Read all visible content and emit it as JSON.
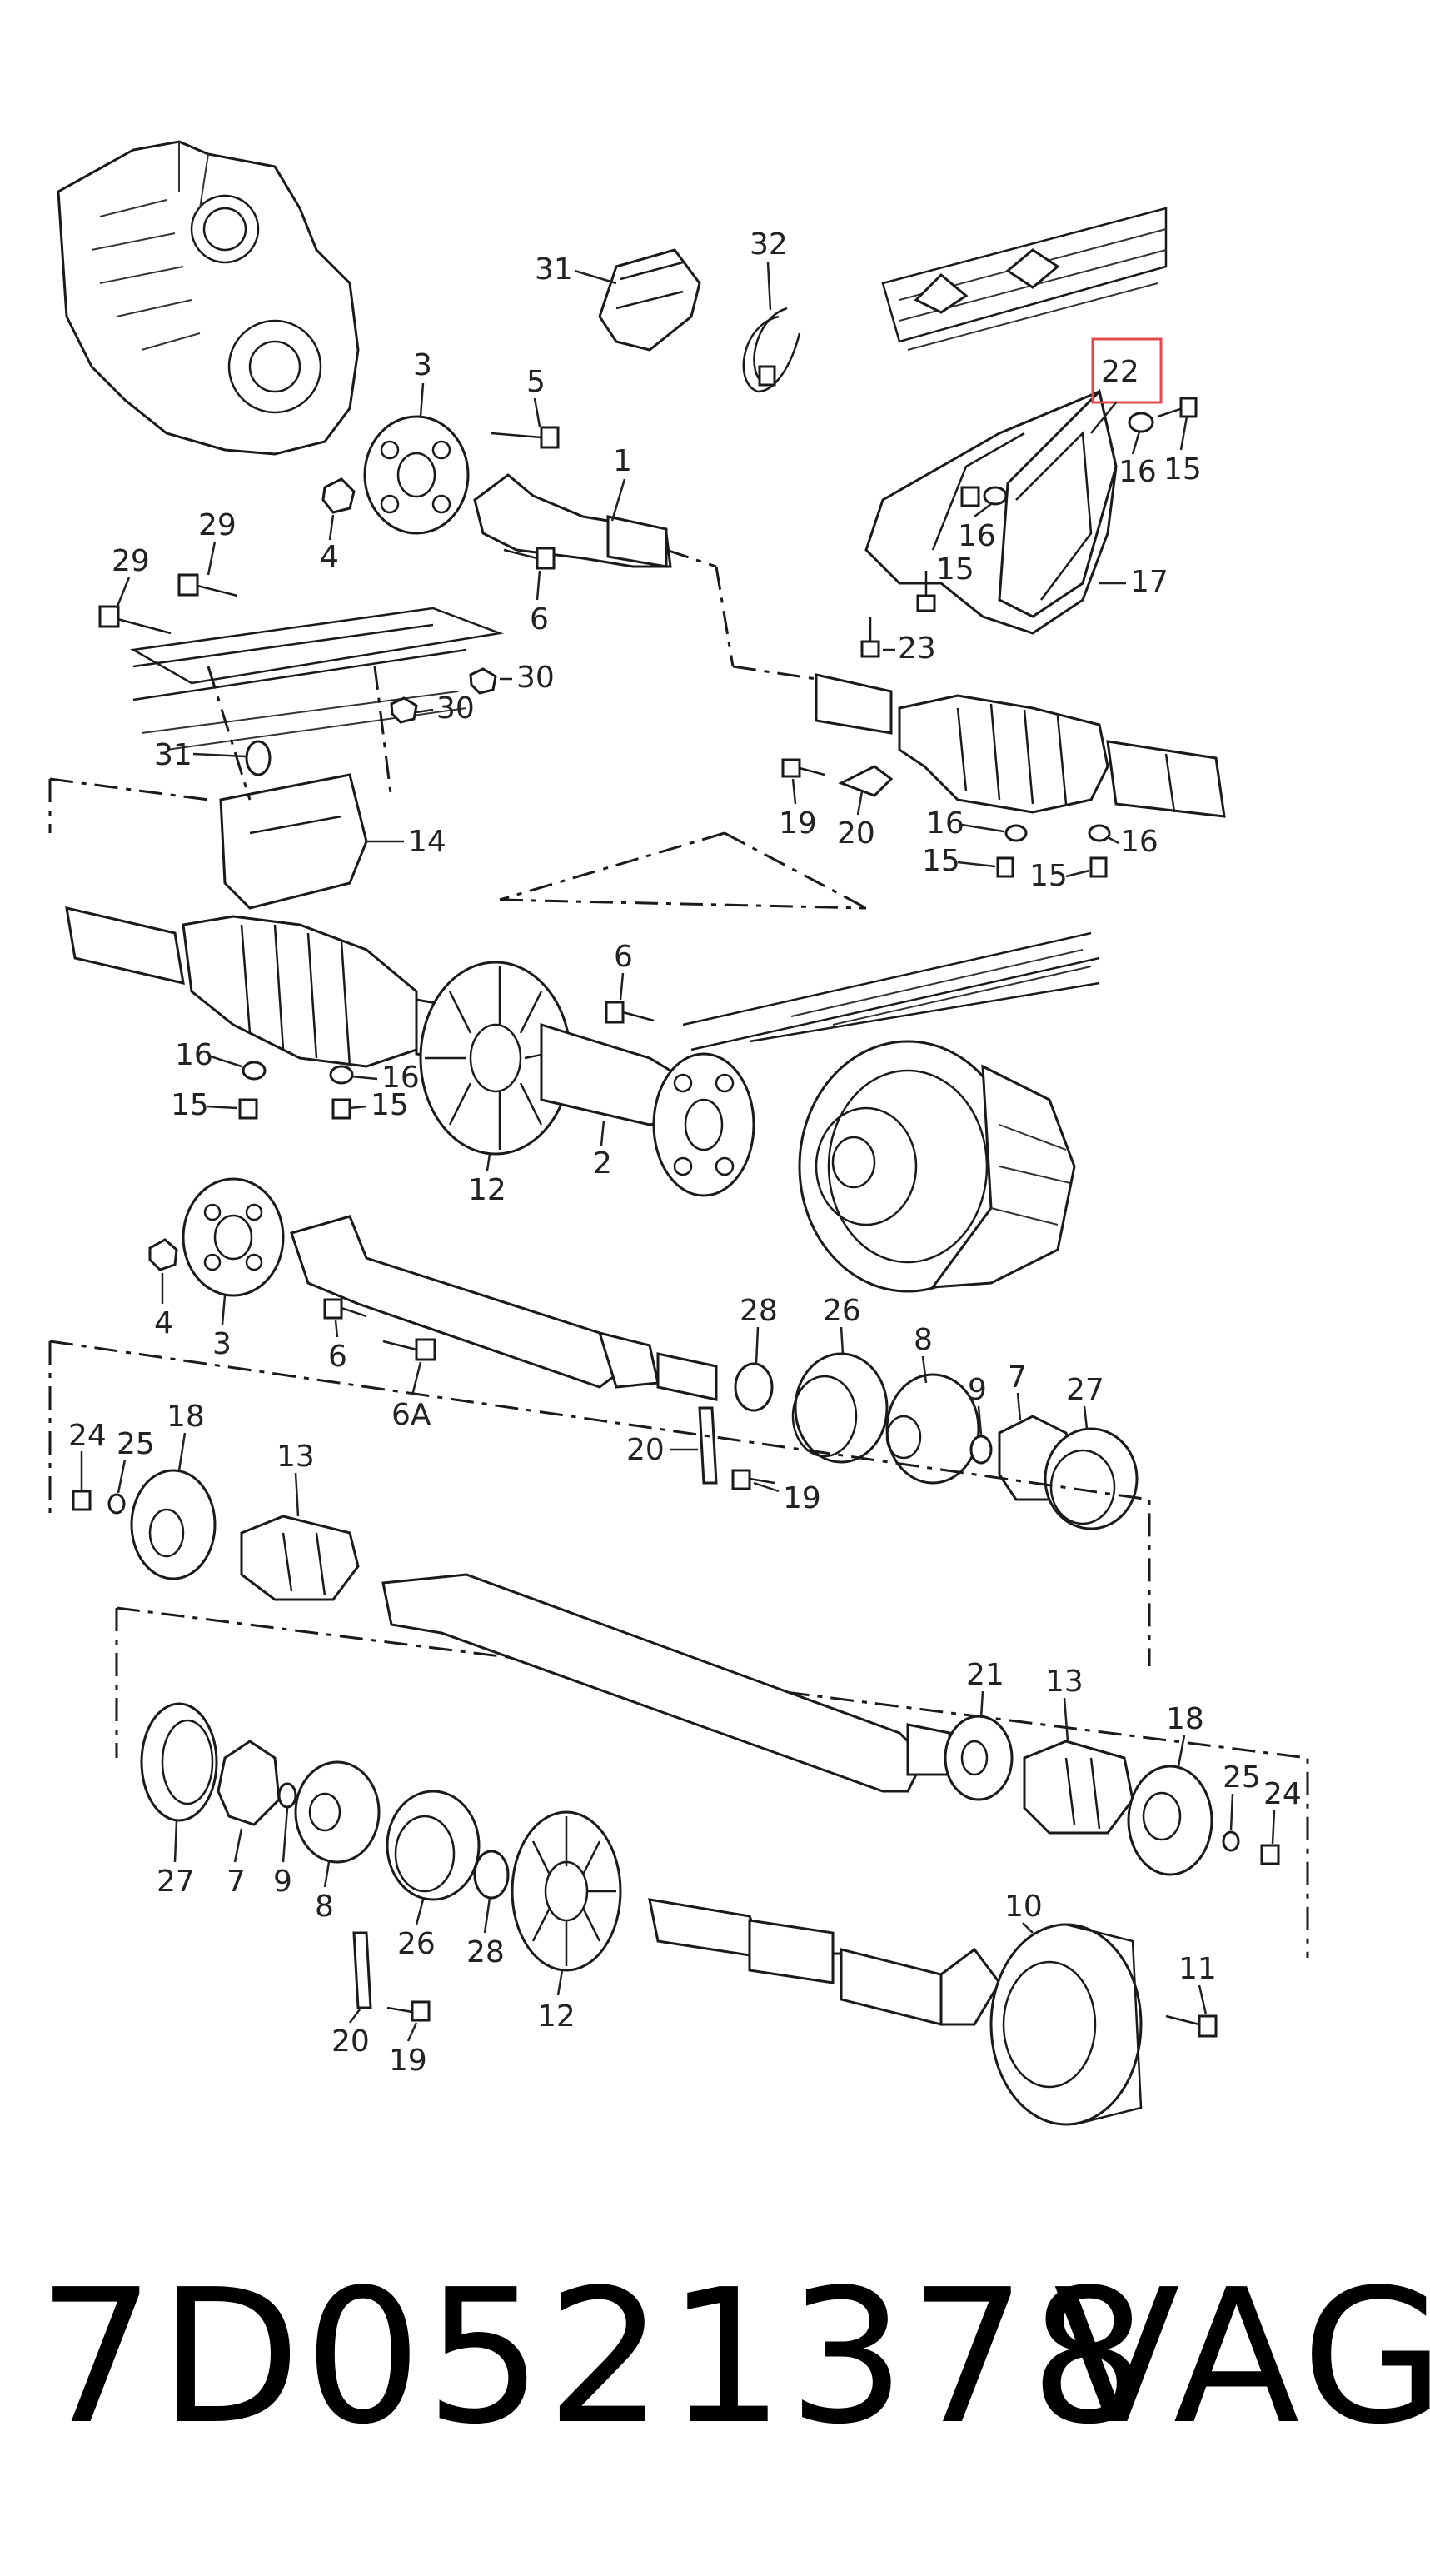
{
  "caption": {
    "part_number": "7D0521378",
    "brand": "VAG"
  },
  "highlight_color": "#e04a4a",
  "callouts": [
    "1",
    "2",
    "3",
    "4",
    "5",
    "6",
    "6A",
    "7",
    "8",
    "9",
    "10",
    "11",
    "12",
    "13",
    "14",
    "15",
    "16",
    "17",
    "18",
    "19",
    "20",
    "21",
    "22",
    "23",
    "24",
    "25",
    "26",
    "27",
    "28",
    "29",
    "30",
    "31",
    "32"
  ]
}
